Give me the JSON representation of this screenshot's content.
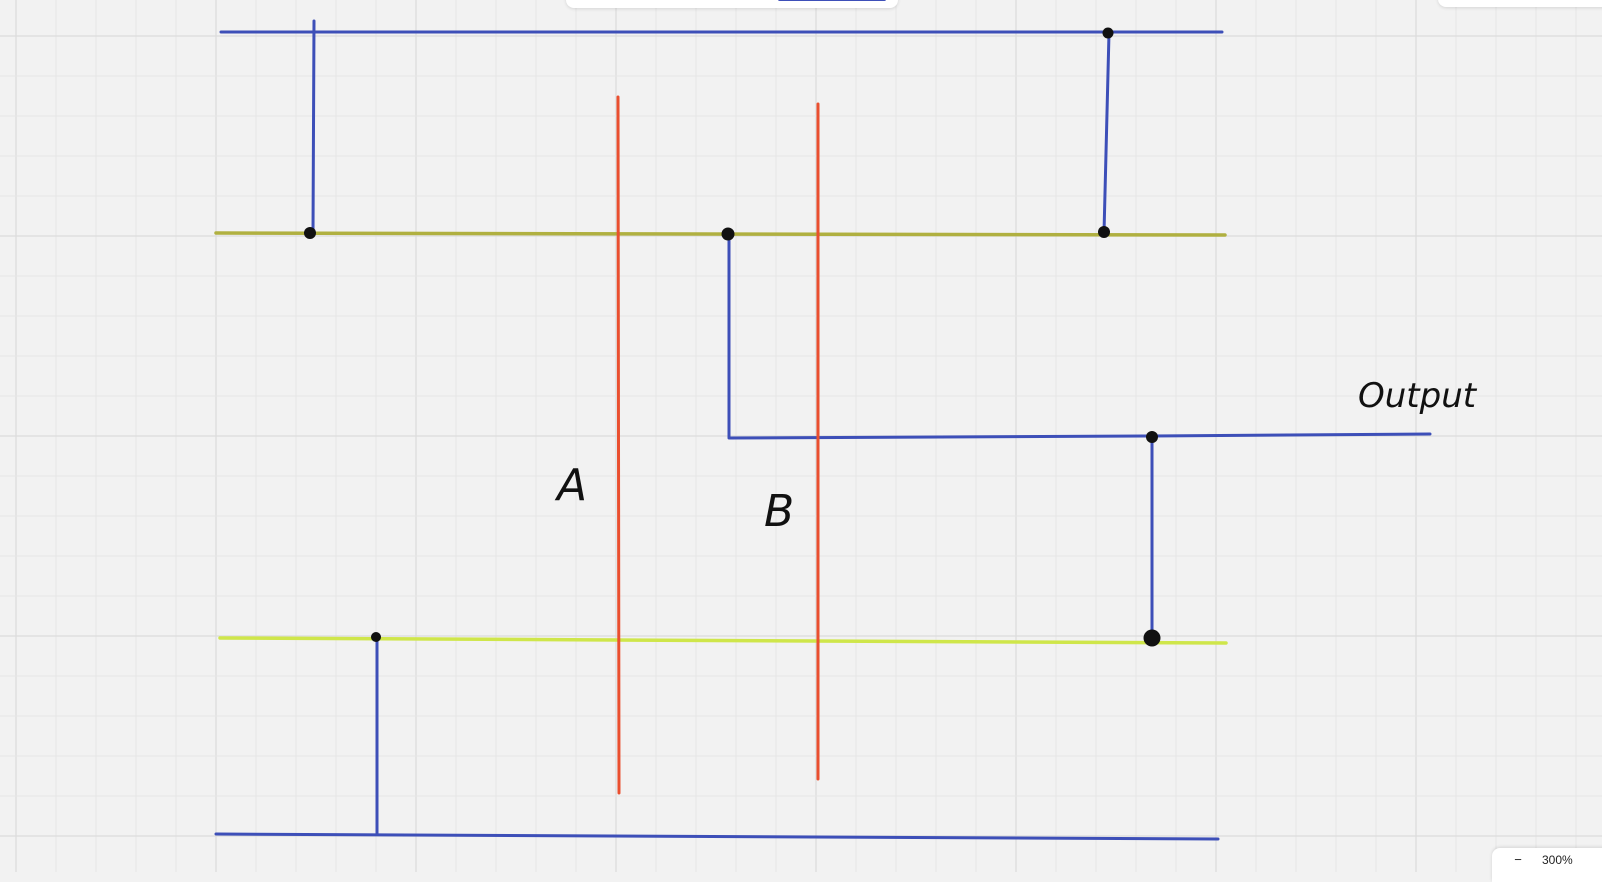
{
  "labels": {
    "a": "A",
    "b": "B",
    "output": "Output"
  },
  "zoom": {
    "out_symbol": "−",
    "level": "300%"
  },
  "colors": {
    "canvas": "#f2f2f2",
    "blue_wire": "#3d4fb8",
    "red_wire": "#ea4f2f",
    "olive_wire": "#b0b040",
    "yellow_wire": "#cfe64a",
    "node": "#111111"
  }
}
